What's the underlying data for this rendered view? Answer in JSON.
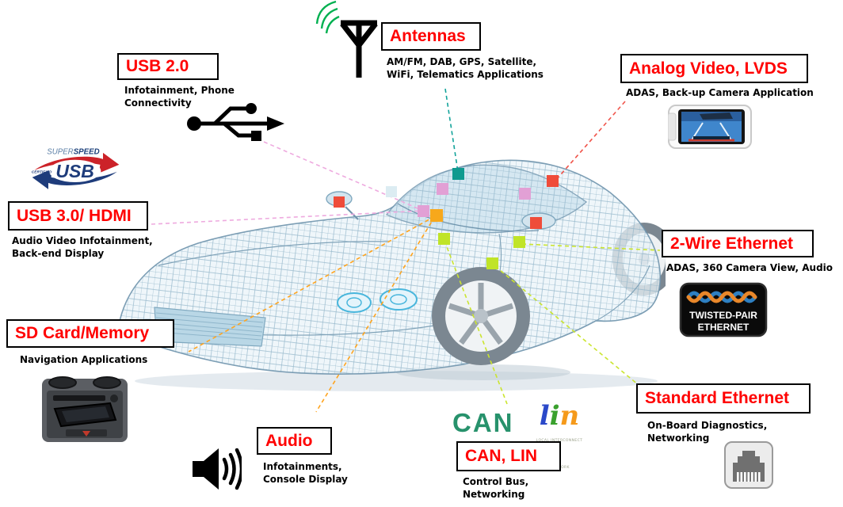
{
  "colors": {
    "title_red": "#ff0000",
    "marker_teal": "#0f9a8f",
    "marker_pink": "#e2a0d5",
    "marker_pale": "#dcecf2",
    "marker_orange": "#f7a81b",
    "marker_red": "#ef4c3a",
    "marker_green": "#c0e428",
    "line_teal": "#12a39a",
    "line_pink": "#eeaadf",
    "line_red": "#f0544a",
    "line_orange": "#ffa41e",
    "line_green": "#cbe52e",
    "antenna_green": "#00b050",
    "can_green": "#27926c",
    "lin_blue": "#2b49c9",
    "lin_green": "#3aa12e",
    "lin_orange": "#f59a1b"
  },
  "callouts": {
    "usb2": {
      "title": "USB 2.0",
      "desc": "Infotainment, Phone\nConnectivity"
    },
    "antennas": {
      "title": "Antennas",
      "desc": "AM/FM, DAB, GPS, Satellite,\nWiFi, Telematics Applications"
    },
    "analog_video": {
      "title": "Analog Video, LVDS",
      "desc": "ADAS, Back-up Camera Application"
    },
    "usb3": {
      "title": "USB 3.0/ HDMI",
      "desc": "Audio Video Infotainment,\nBack-end Display"
    },
    "two_wire": {
      "title": "2-Wire Ethernet",
      "desc": "ADAS, 360 Camera View, Audio"
    },
    "sd_card": {
      "title": "SD Card/Memory",
      "desc": "Navigation Applications"
    },
    "audio": {
      "title": "Audio",
      "desc": "Infotainments,\nConsole Display"
    },
    "can_lin": {
      "title": "CAN, LIN",
      "desc": "Control Bus,\nNetworking"
    },
    "standard_ethernet": {
      "title": "Standard Ethernet",
      "desc": "On-Board Diagnostics,\nNetworking"
    }
  },
  "logos": {
    "superspeed": {
      "super": "SUPER",
      "speed": "SPEED",
      "usb": "USB",
      "certified": "CERTIFIED"
    },
    "twisted_pair": {
      "line1": "TWISTED-PAIR",
      "line2": "ETHERNET"
    },
    "can": "CAN",
    "lin": {
      "l": "l",
      "i": "i",
      "n": "n",
      "caption": "LOCAL INTERCONNECT NETWORK"
    }
  }
}
